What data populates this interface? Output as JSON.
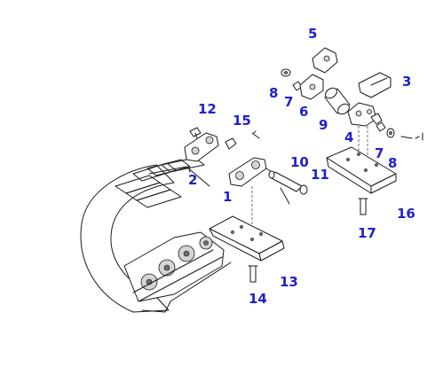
{
  "diagram": {
    "callouts": [
      "1",
      "2",
      "3",
      "4",
      "5",
      "6",
      "7",
      "7",
      "8",
      "8",
      "9",
      "10",
      "11",
      "12",
      "13",
      "14",
      "15",
      "16",
      "17"
    ]
  }
}
